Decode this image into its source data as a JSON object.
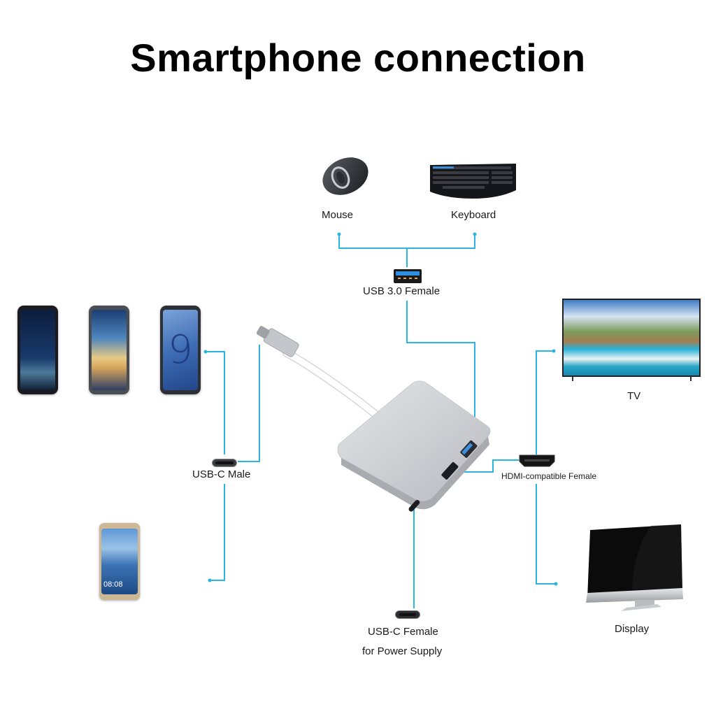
{
  "title": "Smartphone connection",
  "accent_color": "#29b6e0",
  "inputs": {
    "phones": [
      {
        "name": "phone-1",
        "screen": "starry-sky-wave"
      },
      {
        "name": "phone-2",
        "screen": "sunset-island"
      },
      {
        "name": "phone-3",
        "screen": "number-9",
        "glyph": "9"
      },
      {
        "name": "phone-4",
        "screen": "mountains",
        "clock": "08:08"
      }
    ],
    "usb_c_male_label": "USB-C Male"
  },
  "hub": {
    "name": "USB-C multiport adapter",
    "ports": [
      "USB-C",
      "HDMI",
      "USB 3.0"
    ]
  },
  "outputs": {
    "usb3": {
      "label": "USB 3.0 Female",
      "devices": [
        {
          "label": "Mouse"
        },
        {
          "label": "Keyboard"
        }
      ]
    },
    "hdmi": {
      "label": "HDMI-compatible Female",
      "devices": [
        {
          "label": "TV"
        },
        {
          "label": "Display"
        }
      ]
    },
    "power": {
      "label_line1": "USB-C Female",
      "label_line2": "for Power Supply"
    }
  }
}
